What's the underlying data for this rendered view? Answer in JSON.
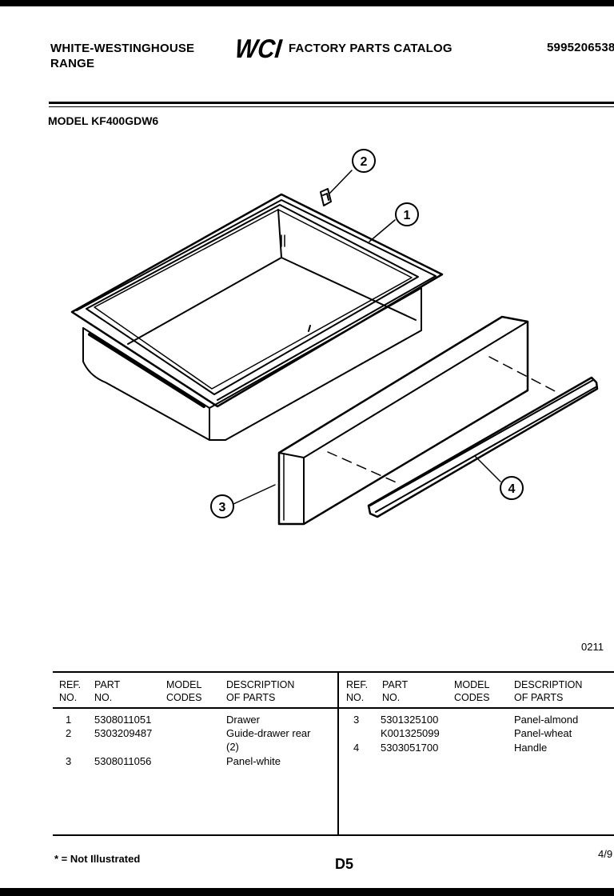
{
  "header": {
    "brand_line1": "WHITE-WESTINGHOUSE",
    "brand_line2": "RANGE",
    "logo_text": "WCI",
    "catalog_title": "FACTORY PARTS CATALOG",
    "catalog_number": "5995206538"
  },
  "model_label": "MODEL KF400GDW6",
  "diagram": {
    "callouts": [
      "1",
      "2",
      "3",
      "4"
    ]
  },
  "page_code": "0211",
  "table": {
    "headers": {
      "ref_line1": "REF.",
      "ref_line2": "NO.",
      "part_line1": "PART",
      "part_line2": "NO.",
      "model_line1": "MODEL",
      "model_line2": "CODES",
      "desc_line1": "DESCRIPTION",
      "desc_line2": "OF PARTS"
    },
    "left_rows": [
      {
        "ref": "1",
        "part": "5308011051",
        "desc": "Drawer"
      },
      {
        "ref": "2",
        "part": "5303209487",
        "desc": "Guide-drawer rear",
        "desc2": "(2)"
      },
      {
        "ref": "3",
        "part": "5308011056",
        "desc": "Panel-white"
      }
    ],
    "right_rows": [
      {
        "ref": "3",
        "part": "5301325100",
        "desc": "Panel-almond"
      },
      {
        "ref": "",
        "part": "K001325099",
        "desc": "Panel-wheat"
      },
      {
        "ref": "4",
        "part": "5303051700",
        "desc": "Handle"
      }
    ]
  },
  "footer": {
    "not_illustrated": "* = Not Illustrated",
    "page_id": "D5",
    "date": "4/9"
  }
}
